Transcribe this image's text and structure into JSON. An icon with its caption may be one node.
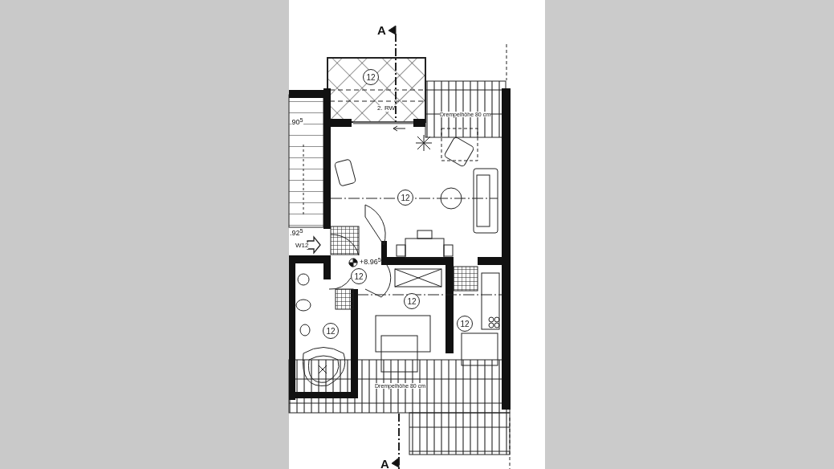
{
  "diagram": {
    "nodes": [
      {
        "text": [
          "12"
        ]
      },
      {
        "text": [
          "12"
        ]
      },
      {
        "text": [
          "12"
        ]
      },
      {
        "text": [
          "12"
        ]
      },
      {
        "text": [
          "12"
        ]
      },
      {
        "text": [
          "12"
        ]
      }
    ],
    "labels": [
      "A",
      "2. RW",
      "Drempelhöhe 80 cm",
      ".90$^{5}$",
      ".92$^{5}$",
      "W12",
      "+8.96$^{5}$",
      "Drempelhöhe 80 cm",
      "A"
    ]
  }
}
